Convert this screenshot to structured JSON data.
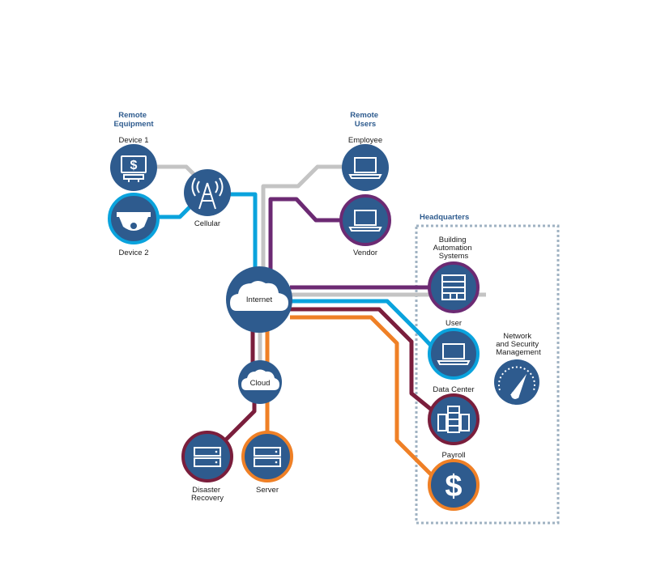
{
  "colors": {
    "node_fill": "#2e5b8e",
    "gray_line": "#c4c4c4",
    "blue_line": "#0aa3dd",
    "purple_line": "#6c2a73",
    "maroon_line": "#7a1e3c",
    "orange_line": "#ef8026",
    "header_text": "#2e5b8e",
    "hq_border": "#9fb2c2"
  },
  "groups": {
    "remote_equipment": [
      "Remote",
      "Equipment"
    ],
    "remote_users": [
      "Remote",
      "Users"
    ],
    "headquarters": "Headquarters"
  },
  "nodes": {
    "device1": {
      "label": [
        "Device 1"
      ],
      "icon": "pos-terminal-icon"
    },
    "device2": {
      "label": [
        "Device 2"
      ],
      "icon": "security-camera-icon"
    },
    "cellular": {
      "label": [
        "Cellular"
      ],
      "icon": "cell-tower-icon"
    },
    "employee": {
      "label": [
        "Employee"
      ],
      "icon": "laptop-icon"
    },
    "vendor": {
      "label": [
        "Vendor"
      ],
      "icon": "laptop-icon"
    },
    "internet": {
      "label": "Internet",
      "icon": "cloud-icon"
    },
    "cloud": {
      "label": "Cloud",
      "icon": "cloud-icon"
    },
    "disaster_recovery": {
      "label": [
        "Disaster",
        "Recovery"
      ],
      "icon": "server-icon"
    },
    "server": {
      "label": [
        "Server"
      ],
      "icon": "server-icon"
    },
    "building_automation": {
      "label": [
        "Building",
        "Automation",
        "Systems"
      ],
      "icon": "building-icon"
    },
    "user": {
      "label": [
        "User"
      ],
      "icon": "laptop-icon"
    },
    "data_center": {
      "label": [
        "Data Center"
      ],
      "icon": "server-rack-icon"
    },
    "payroll": {
      "label": [
        "Payroll"
      ],
      "icon": "dollar-icon"
    },
    "network_security": {
      "label": [
        "Network",
        "and Security",
        "Management"
      ],
      "icon": "gauge-icon"
    }
  }
}
